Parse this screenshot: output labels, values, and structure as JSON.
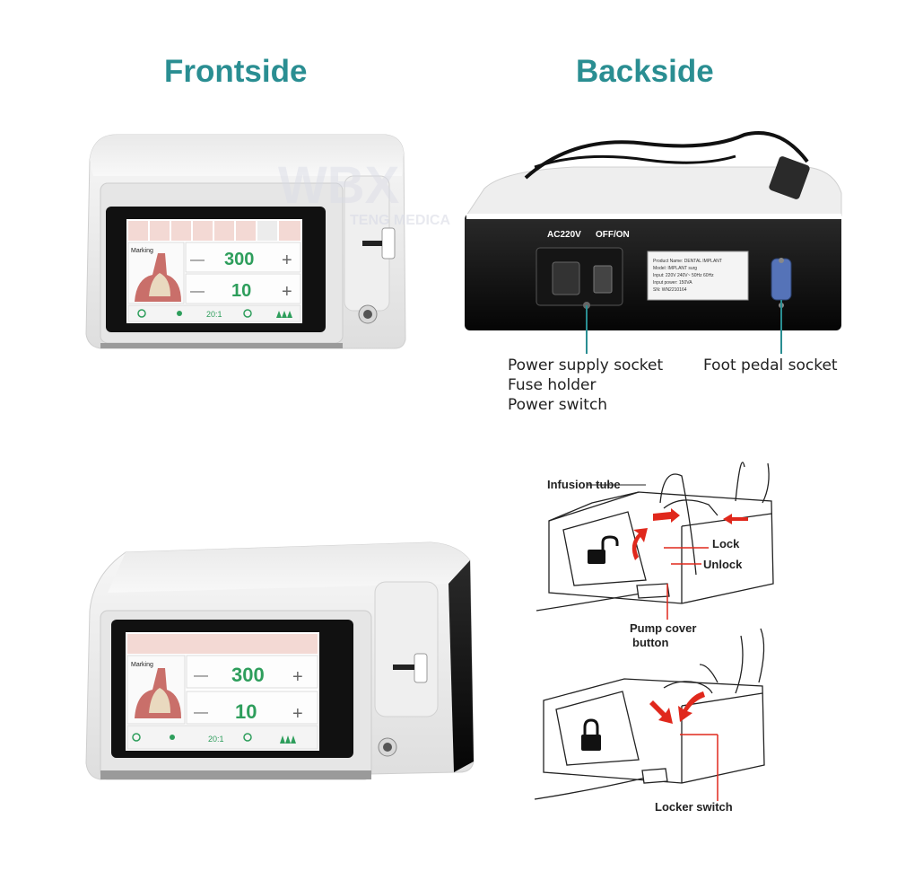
{
  "headings": {
    "front": "Frontside",
    "back": "Backside"
  },
  "watermark": {
    "brand": "WBX",
    "sub": "TENG MEDICA"
  },
  "screen": {
    "mode_label": "Marking",
    "speed_value": "300",
    "torque_value": "10",
    "minus": "—",
    "plus": "+",
    "ratio": "20:1"
  },
  "back_panel": {
    "voltage_label": "AC220V",
    "switch_label": "OFF/ON",
    "nameplate": [
      "Product Name: DENTAL IMPLANT",
      "Model: IMPLANT surg",
      "Input: 220V 240V~ 50Hz 60Hz",
      "Input power: 150VA",
      "SN: WN2210164"
    ]
  },
  "callouts": {
    "power_supply": "Power supply socket",
    "fuse": "Fuse holder",
    "power_switch": "Power switch",
    "foot_pedal": "Foot pedal socket"
  },
  "diagram": {
    "infusion_tube": "Infusion tube",
    "lock": "Lock",
    "unlock": "Unlock",
    "pump_cover_line1": "Pump cover",
    "pump_cover_line2": "button",
    "locker_switch": "Locker switch"
  },
  "colors": {
    "heading": "#2a8e92",
    "callout_line": "#2a8e92",
    "arrow": "#e0281c",
    "screen_accent": "#2e9e5c"
  }
}
